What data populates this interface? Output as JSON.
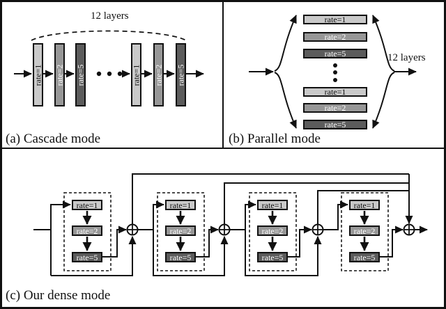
{
  "figure": {
    "colors": {
      "rate1_fill": "#c9c9c9",
      "rate2_fill": "#979797",
      "rate5_fill": "#5c5c5c",
      "line": "#111111",
      "background": "#ffffff"
    },
    "panels": {
      "cascade": {
        "caption": "(a) Cascade mode",
        "brace_label": "12 layers",
        "bars": [
          {
            "label": "rate=1"
          },
          {
            "label": "rate=2"
          },
          {
            "label": "rate=5"
          },
          {
            "label": "rate=1"
          },
          {
            "label": "rate=2"
          },
          {
            "label": "rate=5"
          }
        ]
      },
      "parallel": {
        "caption": "(b) Parallel mode",
        "brace_label": "12 layers",
        "boxes": [
          {
            "label": "rate=1"
          },
          {
            "label": "rate=2"
          },
          {
            "label": "rate=5"
          },
          {
            "label": "rate=1"
          },
          {
            "label": "rate=2"
          },
          {
            "label": "rate=5"
          }
        ]
      },
      "dense": {
        "caption": "(c) Our dense mode",
        "blocks": [
          {
            "layers": [
              {
                "label": "rate=1"
              },
              {
                "label": "rate=2"
              },
              {
                "label": "rate=5"
              }
            ]
          },
          {
            "layers": [
              {
                "label": "rate=1"
              },
              {
                "label": "rate=2"
              },
              {
                "label": "rate=5"
              }
            ]
          },
          {
            "layers": [
              {
                "label": "rate=1"
              },
              {
                "label": "rate=2"
              },
              {
                "label": "rate=5"
              }
            ]
          },
          {
            "layers": [
              {
                "label": "rate=1"
              },
              {
                "label": "rate=2"
              },
              {
                "label": "rate=5"
              }
            ]
          }
        ]
      }
    }
  }
}
